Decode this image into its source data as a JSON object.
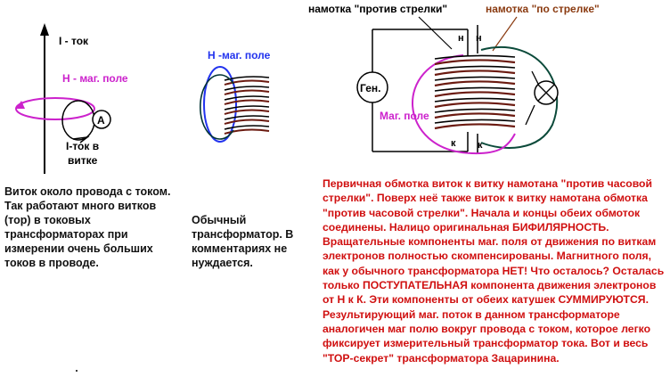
{
  "labels": {
    "current": "I - ток",
    "field": "H - маг. поле",
    "ammeter": "A",
    "coil_current_1": "I-ток в",
    "coil_current_2": "витке",
    "middle_field": "H -маг. поле",
    "counter_clockwise": "намотка \"против стрелки\"",
    "clockwise": "намотка \"по стрелке\"",
    "generator": "Ген.",
    "mag_field": "Маг. поле",
    "terminal_n": "н",
    "terminal_k": "к"
  },
  "captions": {
    "left": "Виток около провода с током. Так работают много витков (тор) в токовых трансформаторах при измерении очень больших токов в проводе.",
    "middle": "Обычный трансформатор. В комментариях не нуждается.",
    "red": "Первичная обмотка виток к витку намотана \"против часовой стрелки\". Поверх неё также виток к витку намотана обмотка \"против часовой стрелки\". Начала и концы обеих обмоток соединены. Налицо оригинальная БИФИЛЯРНОСТЬ. Вращательные компоненты маг. поля от движения по виткам электронов полностью скомпенсированы. Магнитного поля, как у обычного трансформатора НЕТ! Что осталось? Осталась только ПОСТУПАТЕЛЬНАЯ компонента движения электронов от Н к К. Эти компоненты от обеих катушек СУММИРУЮТСЯ. Результирующий маг. поток в данном трансформаторе аналогичен маг полю вокруг провода с током, которое легко фиксирует измерительный трансформатор тока. Вот и весь \"ТОР-секрет\" трансформатора Зацаринина."
  },
  "colors": {
    "field": "#cc22cc",
    "clockwise": "#8a3a10",
    "coil": "#6b1a10",
    "middle_ring": "#2233ee",
    "dark_ring": "#003333",
    "red_text": "#d01010"
  }
}
